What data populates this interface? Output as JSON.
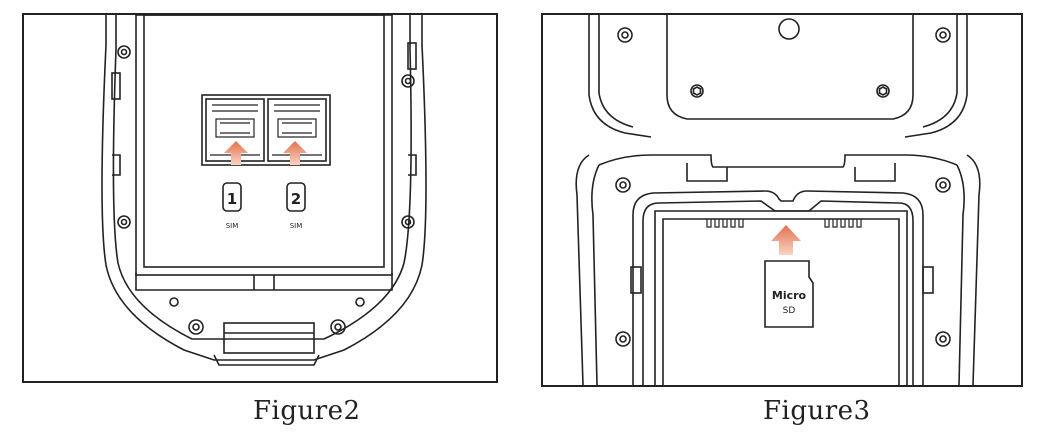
{
  "figures": [
    {
      "caption": "Figure2",
      "slot_labels": [
        "1",
        "2"
      ],
      "slot_sublabel": "SIM"
    },
    {
      "caption": "Figure3",
      "card_label_line1": "Micro",
      "card_label_line2": "SD"
    }
  ],
  "colors": {
    "arrow": "#e2714f",
    "line": "#222222",
    "background": "#ffffff"
  }
}
